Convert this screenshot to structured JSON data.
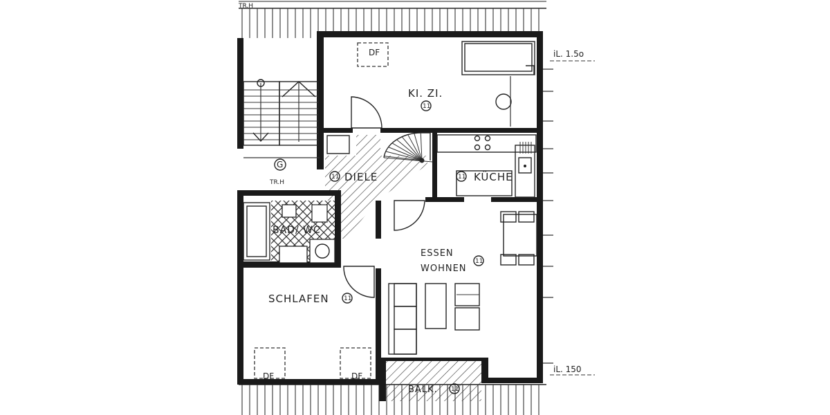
{
  "rooms": {
    "kinderzimmer": "KI. ZI.",
    "diele": "DIELE",
    "kueche": "KÜCHE",
    "bad_wc": "BAD/ WC",
    "essen": "ESSEN",
    "wohnen": "WOHNEN",
    "schlafen": "SCHLAFEN",
    "balkon": "BALK.",
    "g": "G"
  },
  "room_number": "11",
  "skylight": "DF",
  "stair_label": "TR.H",
  "height_notes": {
    "top": "iL. 1.5o",
    "bottom": "iL. 150"
  }
}
